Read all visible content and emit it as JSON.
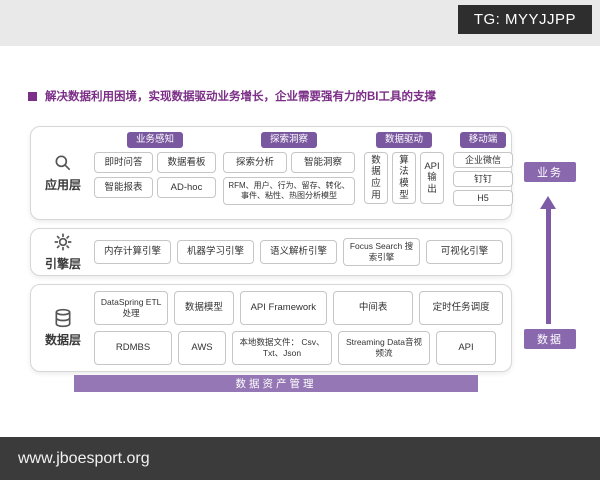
{
  "badge_tg": "TG: MYYJJPP",
  "footer_site": "www.jboesport.org",
  "title": "解决数据利用困境，实现数据驱动业务增长，企业需要强有力的BI工具的支撑",
  "app_layer": {
    "label": "应用层",
    "groups": [
      {
        "header": "业务感知",
        "items": [
          "即时问答",
          "数据看板",
          "智能报表",
          "AD-hoc"
        ]
      },
      {
        "header": "探索洞察",
        "items": [
          "探索分析",
          "智能洞察"
        ],
        "note": "RFM、用户、行为、留存、转化、事件、粘性、热图分析模型"
      },
      {
        "header": "数据驱动",
        "items": [
          "数据应用",
          "算法模型",
          "API输出"
        ]
      },
      {
        "header": "移动端",
        "items": [
          "企业微信",
          "钉钉",
          "H5"
        ]
      }
    ]
  },
  "engine_layer": {
    "label": "引擎层",
    "items": [
      "内存计算引擎",
      "机器学习引擎",
      "语义解析引擎",
      "Focus Search 搜索引擎",
      "可视化引擎"
    ]
  },
  "data_layer": {
    "label": "数据层",
    "row1": [
      "DataSpring ETL处理",
      "数据模型",
      "API Framework",
      "中间表",
      "定时任务调度"
    ],
    "row2": [
      "RDMBS",
      "AWS",
      "本地数据文件： Csv、Txt、Json",
      "Streaming Data音视频流",
      "API"
    ]
  },
  "asset_bar": "数据资产管理",
  "side_labels": {
    "top": "业务",
    "bottom": "数据"
  },
  "colors": {
    "purple_header": "#7a589f",
    "purple_bar": "#9477b4",
    "purple_side": "#8a68ae",
    "purple_title": "#7b2f87",
    "arrow": "#7d5ba6",
    "footer_bg": "#3b3b3b",
    "badge_bg": "#2e2e2e"
  }
}
